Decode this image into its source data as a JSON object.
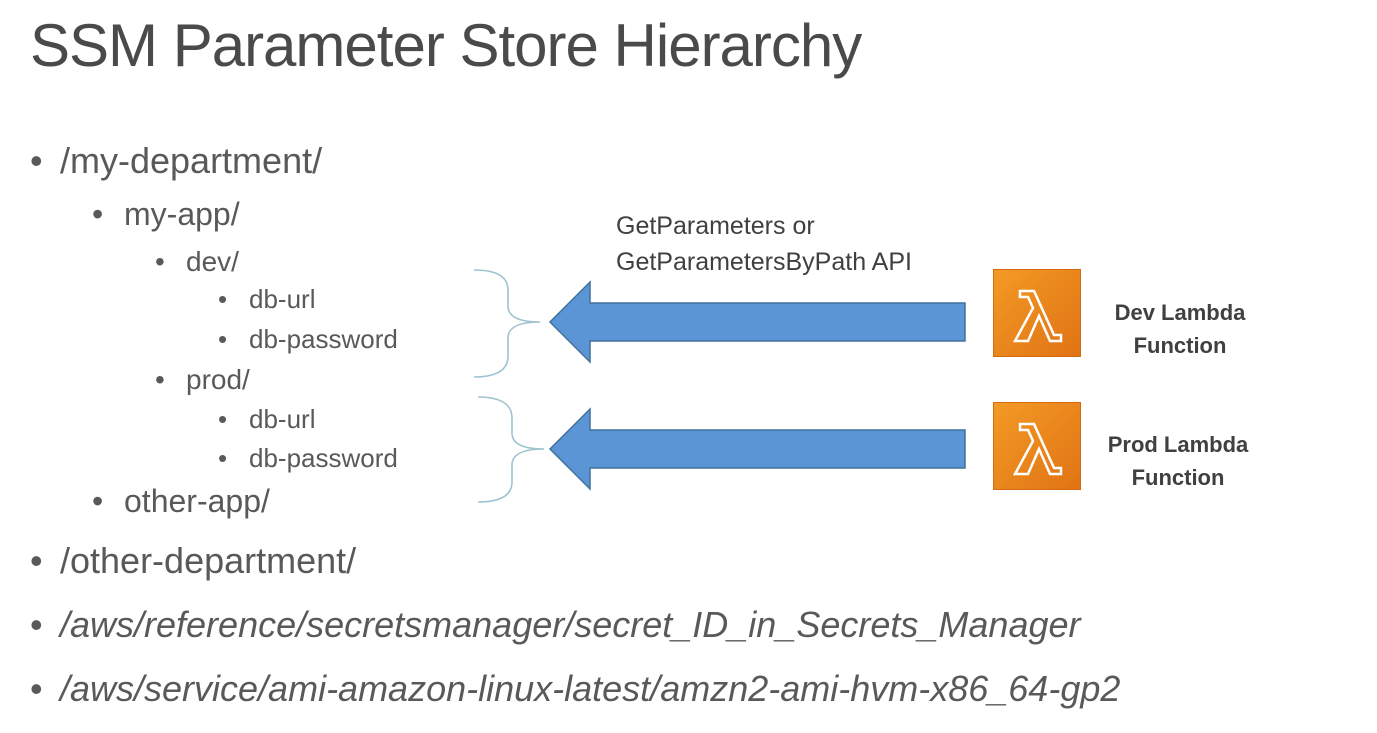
{
  "title": "SSM Parameter Store Hierarchy",
  "hierarchy": [
    {
      "bullet": "•",
      "text": "/my-department/"
    },
    {
      "bullet": "•",
      "text": "my-app/"
    },
    {
      "bullet": "•",
      "text": "dev/"
    },
    {
      "bullet": "•",
      "text": "db-url"
    },
    {
      "bullet": "•",
      "text": "db-password"
    },
    {
      "bullet": "•",
      "text": "prod/"
    },
    {
      "bullet": "•",
      "text": "db-url"
    },
    {
      "bullet": "•",
      "text": "db-password"
    },
    {
      "bullet": "•",
      "text": "other-app/"
    },
    {
      "bullet": "•",
      "text": "/other-department/"
    },
    {
      "bullet": "•",
      "text": "/aws/reference/secretsmanager/secret_ID_in_Secrets_Manager"
    },
    {
      "bullet": "•",
      "text": "/aws/service/ami-amazon-linux-latest/amzn2-ami-hvm-x86_64-gp2"
    }
  ],
  "api_label": {
    "line1": "GetParameters or",
    "line2": "GetParametersByPath API"
  },
  "functions": {
    "dev": {
      "line1": "Dev Lambda",
      "line2": "Function",
      "icon": "lambda-icon"
    },
    "prod": {
      "line1": "Prod Lambda",
      "line2": "Function",
      "icon": "lambda-icon"
    }
  },
  "colors": {
    "arrow_fill": "#5b95d5",
    "arrow_stroke": "#41719c",
    "brace": "#9fc3d0",
    "lambda_orange": "#ed8a1d",
    "text": "#595959"
  }
}
